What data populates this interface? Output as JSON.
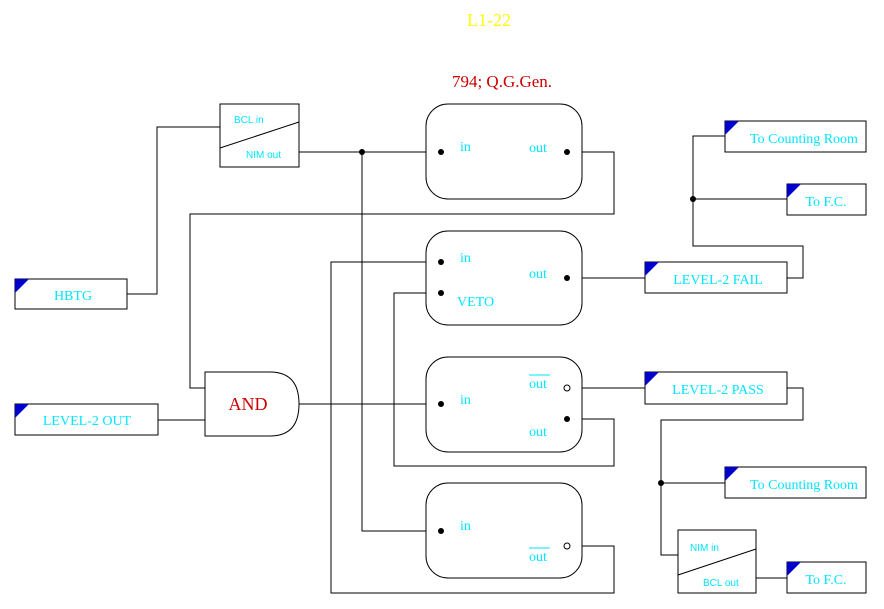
{
  "title": "L1-22",
  "module_label": "794; Q.G.Gen.",
  "inputs": {
    "hbtg": "HBTG",
    "level2_out": "LEVEL-2 OUT"
  },
  "converter_top": {
    "in_label": "BCL in",
    "out_label": "NIM out"
  },
  "converter_bottom": {
    "in_label": "NIM in",
    "out_label": "BCL out"
  },
  "and_gate": "AND",
  "gen1": {
    "in": "in",
    "out": "out"
  },
  "gen2": {
    "in": "in",
    "veto": "VETO",
    "out": "out"
  },
  "gen3": {
    "in": "in",
    "out_bar": "out",
    "out": "out"
  },
  "gen4": {
    "in": "in",
    "out_bar": "out"
  },
  "outputs": {
    "to_counting_room_1": "To Counting Room",
    "to_fc_1": "To F.C.",
    "level2_fail": "LEVEL-2 FAIL",
    "level2_pass": "LEVEL-2 PASS",
    "to_counting_room_2": "To Counting Room",
    "to_fc_2": "To F.C."
  },
  "colors": {
    "title": "#ffff00",
    "label": "#00e5ff",
    "module": "#cc0000",
    "flag": "#0000cc"
  }
}
